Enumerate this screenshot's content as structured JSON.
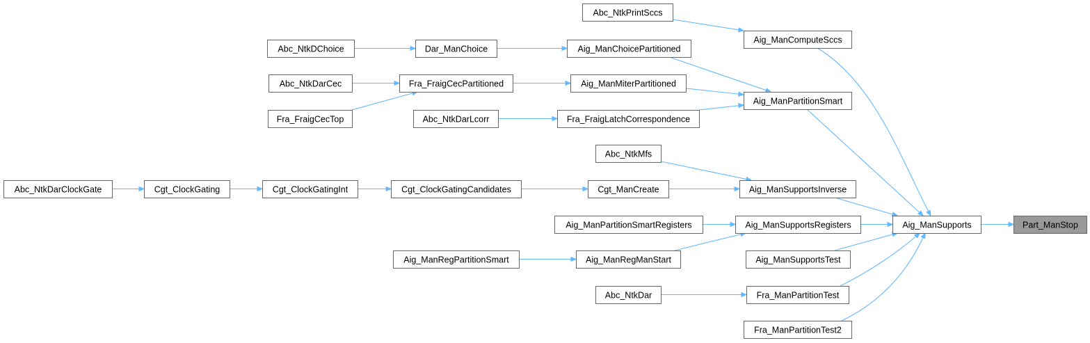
{
  "diagram": {
    "type": "call-graph",
    "edge_color": "#63b8ff",
    "node_border_color": "#666666",
    "highlight_fill": "#999999",
    "nodes": [
      {
        "id": "part_manstop",
        "label": "Part_ManStop",
        "highlight": true
      },
      {
        "id": "aig_mansupports",
        "label": "Aig_ManSupports"
      },
      {
        "id": "aig_mancomputesccs",
        "label": "Aig_ManComputeSccs"
      },
      {
        "id": "abc_ntkprintsccs",
        "label": "Abc_NtkPrintSccs"
      },
      {
        "id": "aig_manpartitionsmart",
        "label": "Aig_ManPartitionSmart"
      },
      {
        "id": "aig_manchoicepartitioned",
        "label": "Aig_ManChoicePartitioned"
      },
      {
        "id": "dar_manchoice",
        "label": "Dar_ManChoice"
      },
      {
        "id": "abc_ntkdchoice",
        "label": "Abc_NtkDChoice"
      },
      {
        "id": "aig_manmiterpartitioned",
        "label": "Aig_ManMiterPartitioned"
      },
      {
        "id": "fra_fraigcecpartitioned",
        "label": "Fra_FraigCecPartitioned"
      },
      {
        "id": "abc_ntkdarcec",
        "label": "Abc_NtkDarCec"
      },
      {
        "id": "fra_fraigcectop",
        "label": "Fra_FraigCecTop"
      },
      {
        "id": "fra_fraiglatchcorrespondence",
        "label": "Fra_FraigLatchCorrespondence"
      },
      {
        "id": "abc_ntkdarlcorr",
        "label": "Abc_NtkDarLcorr"
      },
      {
        "id": "aig_mansupportsinverse",
        "label": "Aig_ManSupportsInverse"
      },
      {
        "id": "abc_ntkmfs",
        "label": "Abc_NtkMfs"
      },
      {
        "id": "cgt_mancreate",
        "label": "Cgt_ManCreate"
      },
      {
        "id": "cgt_clockgatingcandidates",
        "label": "Cgt_ClockGatingCandidates"
      },
      {
        "id": "cgt_clockgatingint",
        "label": "Cgt_ClockGatingInt"
      },
      {
        "id": "cgt_clockgating",
        "label": "Cgt_ClockGating"
      },
      {
        "id": "abc_ntkdarclockgate",
        "label": "Abc_NtkDarClockGate"
      },
      {
        "id": "aig_mansupportsregisters",
        "label": "Aig_ManSupportsRegisters"
      },
      {
        "id": "aig_manpartitionsmartregisters",
        "label": "Aig_ManPartitionSmartRegisters"
      },
      {
        "id": "aig_manregmanstart",
        "label": "Aig_ManRegManStart"
      },
      {
        "id": "aig_manregpartitionsmart",
        "label": "Aig_ManRegPartitionSmart"
      },
      {
        "id": "aig_mansupportstest",
        "label": "Aig_ManSupportsTest"
      },
      {
        "id": "fra_manpartitiontest",
        "label": "Fra_ManPartitionTest"
      },
      {
        "id": "abc_ntkdar",
        "label": "Abc_NtkDar"
      },
      {
        "id": "fra_manpartitiontest2",
        "label": "Fra_ManPartitionTest2"
      }
    ],
    "edges": [
      {
        "from": "aig_mansupports",
        "to": "part_manstop"
      },
      {
        "from": "aig_mancomputesccs",
        "to": "aig_mansupports"
      },
      {
        "from": "aig_manpartitionsmart",
        "to": "aig_mansupports"
      },
      {
        "from": "aig_mansupportsinverse",
        "to": "aig_mansupports"
      },
      {
        "from": "aig_mansupportsregisters",
        "to": "aig_mansupports"
      },
      {
        "from": "aig_mansupportstest",
        "to": "aig_mansupports"
      },
      {
        "from": "fra_manpartitiontest",
        "to": "aig_mansupports"
      },
      {
        "from": "fra_manpartitiontest2",
        "to": "aig_mansupports"
      },
      {
        "from": "abc_ntkprintsccs",
        "to": "aig_mancomputesccs"
      },
      {
        "from": "aig_manchoicepartitioned",
        "to": "aig_manpartitionsmart"
      },
      {
        "from": "aig_manmiterpartitioned",
        "to": "aig_manpartitionsmart"
      },
      {
        "from": "fra_fraiglatchcorrespondence",
        "to": "aig_manpartitionsmart"
      },
      {
        "from": "dar_manchoice",
        "to": "aig_manchoicepartitioned"
      },
      {
        "from": "abc_ntkdchoice",
        "to": "dar_manchoice"
      },
      {
        "from": "fra_fraigcecpartitioned",
        "to": "aig_manmiterpartitioned"
      },
      {
        "from": "abc_ntkdarcec",
        "to": "fra_fraigcecpartitioned"
      },
      {
        "from": "fra_fraigcectop",
        "to": "fra_fraigcecpartitioned"
      },
      {
        "from": "abc_ntkdarlcorr",
        "to": "fra_fraiglatchcorrespondence"
      },
      {
        "from": "abc_ntkmfs",
        "to": "aig_mansupportsinverse"
      },
      {
        "from": "cgt_mancreate",
        "to": "aig_mansupportsinverse"
      },
      {
        "from": "cgt_clockgatingcandidates",
        "to": "cgt_mancreate"
      },
      {
        "from": "cgt_clockgatingint",
        "to": "cgt_clockgatingcandidates"
      },
      {
        "from": "cgt_clockgating",
        "to": "cgt_clockgatingint"
      },
      {
        "from": "abc_ntkdarclockgate",
        "to": "cgt_clockgating"
      },
      {
        "from": "aig_manpartitionsmartregisters",
        "to": "aig_mansupportsregisters"
      },
      {
        "from": "aig_manregmanstart",
        "to": "aig_mansupportsregisters"
      },
      {
        "from": "aig_manregpartitionsmart",
        "to": "aig_manregmanstart"
      },
      {
        "from": "abc_ntkdar",
        "to": "fra_manpartitiontest"
      }
    ]
  }
}
